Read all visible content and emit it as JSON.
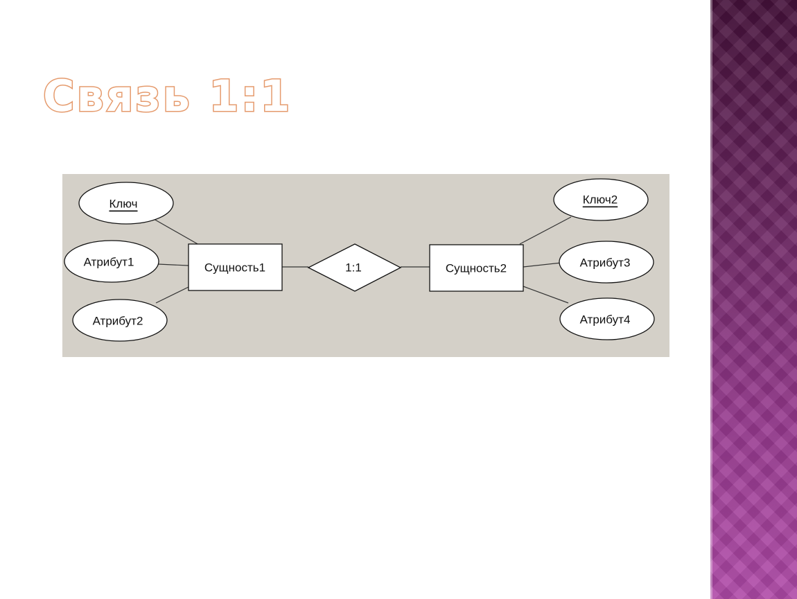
{
  "slide": {
    "title": "Связь 1:1"
  },
  "diagram": {
    "entity1": "Сущность1",
    "entity2": "Сущность2",
    "relationship": "1:1",
    "entity1_attributes": {
      "key": "Ключ",
      "attr1": "Атрибут1",
      "attr2": "Атрибут2"
    },
    "entity2_attributes": {
      "key": "Ключ2",
      "attr3": "Атрибут3",
      "attr4": "Атрибут4"
    }
  },
  "colors": {
    "title_outline": "#e59a6c",
    "diagram_background": "#d4d0c8",
    "side_band_dark": "#45113a",
    "side_band_light": "#b04aa8"
  }
}
